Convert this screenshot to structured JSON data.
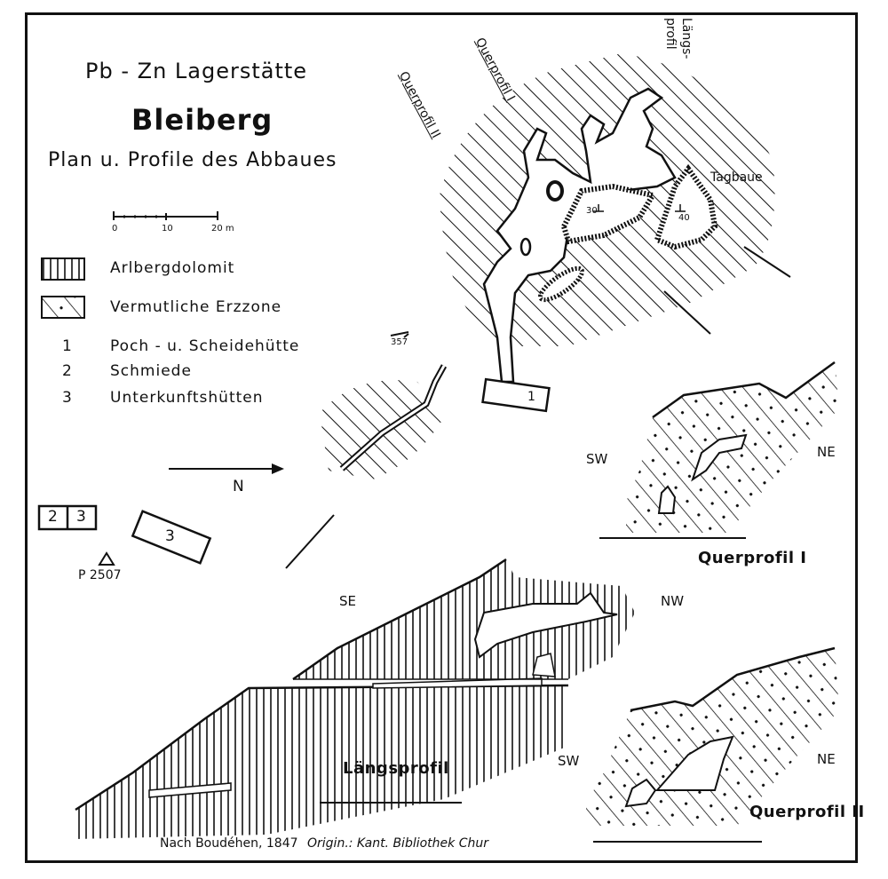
{
  "header": {
    "deposit": "Pb - Zn Lagerstätte",
    "title": "Bleiberg",
    "subtitle": "Plan u. Profile des Abbaues"
  },
  "scale": {
    "ticks": [
      "0",
      "10",
      "20 m"
    ]
  },
  "legend": {
    "items": [
      {
        "label": "Arlbergdolomit"
      },
      {
        "label": "Vermutliche Erzzone"
      }
    ],
    "numbered": [
      {
        "num": "1",
        "label": "Poch - u. Scheidehütte"
      },
      {
        "num": "2",
        "label": "Schmiede"
      },
      {
        "num": "3",
        "label": "Unterkunftshütten"
      }
    ]
  },
  "plan": {
    "north_label": "N",
    "strike_label": "357",
    "profile_labels": {
      "quer1": "Querprofil I",
      "quer2": "Querprofil II",
      "laengs": "Längs-\nprofil"
    },
    "tagbaue_label": "Tagbaue",
    "dip_labels": [
      "30",
      "40"
    ],
    "hut1": "1",
    "hut23_a": "2",
    "hut23_b": "3",
    "hut3": "3",
    "point_label": "P 2507"
  },
  "sections": {
    "quer1": {
      "title": "Querprofil I",
      "left_dir": "SW",
      "right_dir": "NE"
    },
    "quer2": {
      "title": "Querprofil II",
      "left_dir": "SW",
      "right_dir": "NE"
    },
    "laengs": {
      "title": "Längsprofil",
      "left_dir": "SE",
      "right_dir": "NW"
    }
  },
  "footer": {
    "source": "Nach Boudéhen, 1847",
    "origin": "Origin.: Kant. Bibliothek Chur"
  },
  "colors": {
    "ink": "#111111",
    "paper": "#ffffff"
  }
}
